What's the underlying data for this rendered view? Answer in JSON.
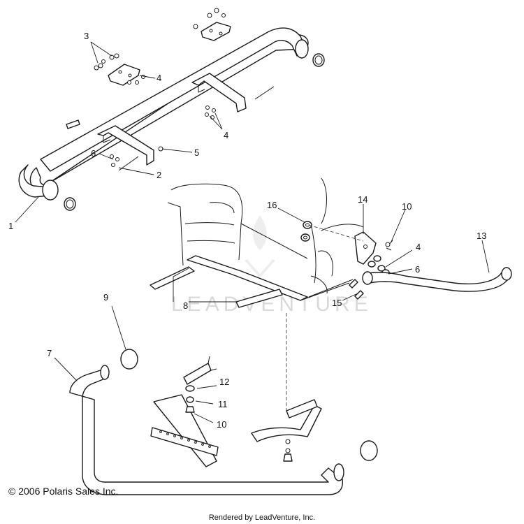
{
  "watermark": "LEADVENTURE",
  "copyright": "© 2006 Polaris Sales Inc.",
  "rendered_by": "Rendered by LeadVenture, Inc.",
  "callouts": [
    {
      "id": "1",
      "label": "1"
    },
    {
      "id": "2",
      "label": "2"
    },
    {
      "id": "3",
      "label": "3"
    },
    {
      "id": "4a",
      "label": "4"
    },
    {
      "id": "4b",
      "label": "4"
    },
    {
      "id": "4c",
      "label": "4"
    },
    {
      "id": "5",
      "label": "5"
    },
    {
      "id": "6a",
      "label": "6"
    },
    {
      "id": "6b",
      "label": "6"
    },
    {
      "id": "7",
      "label": "7"
    },
    {
      "id": "8",
      "label": "8"
    },
    {
      "id": "9",
      "label": "9"
    },
    {
      "id": "10a",
      "label": "10"
    },
    {
      "id": "10b",
      "label": "10"
    },
    {
      "id": "11",
      "label": "11"
    },
    {
      "id": "12",
      "label": "12"
    },
    {
      "id": "13",
      "label": "13"
    },
    {
      "id": "14",
      "label": "14"
    },
    {
      "id": "15",
      "label": "15"
    },
    {
      "id": "16",
      "label": "16"
    }
  ]
}
